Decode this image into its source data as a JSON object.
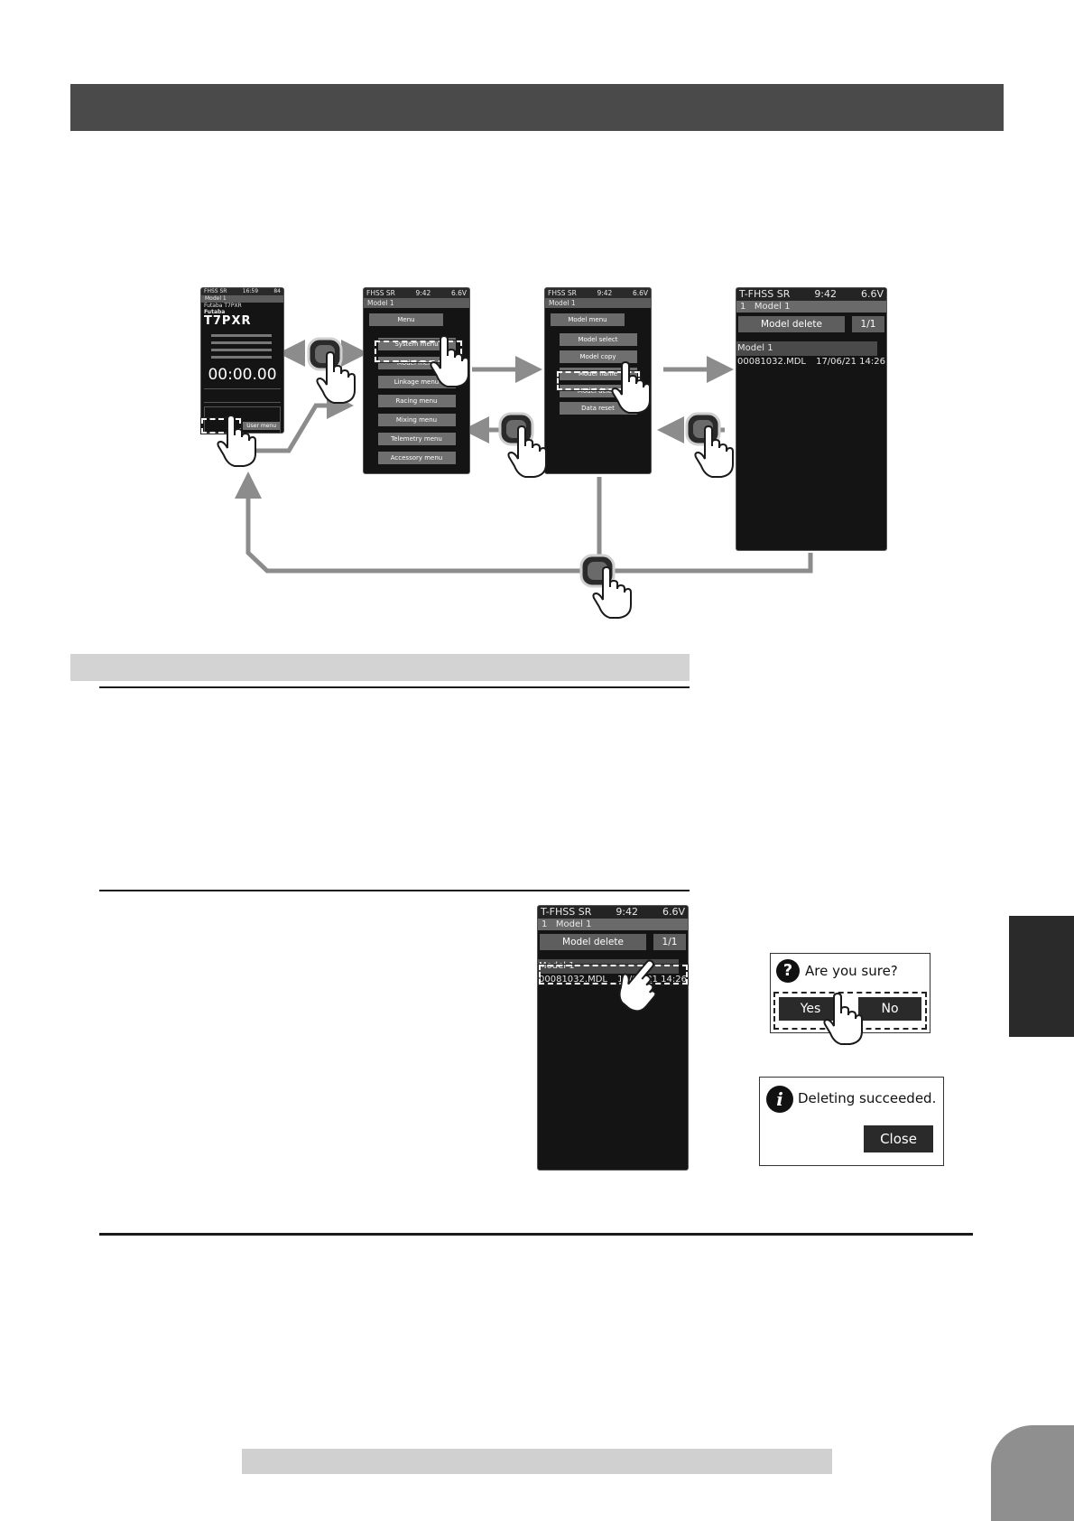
{
  "home_screen": {
    "status_left": "FHSS SR",
    "status_time": "16:59",
    "status_volt": "84",
    "model_name": "Model 1",
    "system_name": "Futaba T7PXR",
    "brand": "Futaba",
    "product": "T7PXR",
    "timer": "00:00.00",
    "user_menu": "User menu"
  },
  "menu_screen": {
    "status_left": "FHSS SR",
    "status_time": "9:42",
    "status_volt": "6.6V",
    "model_name": "Model 1",
    "title": "Menu",
    "items": [
      "System menu",
      "Model menu",
      "Linkage menu",
      "Racing menu",
      "Mixing menu",
      "Telemetry menu",
      "Accessory menu"
    ]
  },
  "model_menu_screen": {
    "status_left": "FHSS SR",
    "status_time": "9:42",
    "status_volt": "6.6V",
    "model_name": "Model 1",
    "title": "Model menu",
    "items": [
      "Model select",
      "Model copy",
      "Model name",
      "Model delete",
      "Data reset"
    ]
  },
  "delete_screen": {
    "status_left": "T-FHSS SR",
    "status_time": "9:42",
    "status_volt": "6.6V",
    "model_number": "1",
    "model_name": "Model 1",
    "title": "Model delete",
    "page": "1/1",
    "list_model": "Model 1",
    "file_name": "00081032.MDL",
    "file_date": "17/06/21 14:26"
  },
  "delete_screen_2": {
    "file_date": "17/06/21 14:26"
  },
  "confirm_dialog": {
    "icon": "question-icon",
    "message": "Are you sure?",
    "yes_label": "Yes",
    "no_label": "No"
  },
  "result_dialog": {
    "icon": "info-icon",
    "message": "Deleting succeeded.",
    "close_label": "Close"
  },
  "colors": {
    "title_bar": "#4a4a4a",
    "arrow": "#8c8c8c",
    "screen_bg": "#141414"
  }
}
